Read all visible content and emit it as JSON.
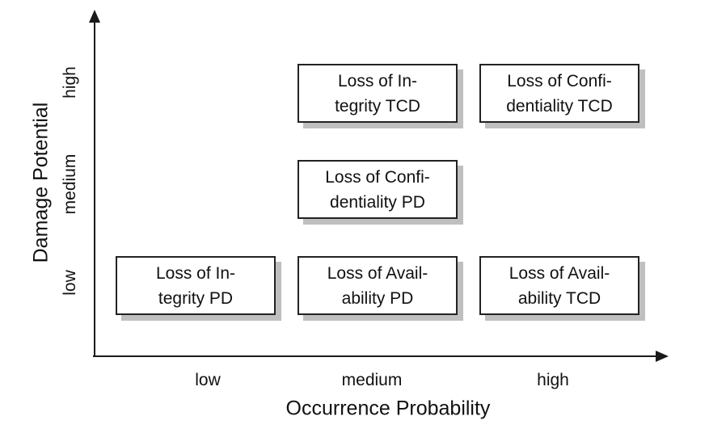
{
  "chart_data": {
    "type": "scatter",
    "title": "",
    "xlabel": "Occurrence Probability",
    "ylabel": "Damage Potential",
    "x_ticks": [
      "low",
      "medium",
      "high"
    ],
    "y_ticks": [
      "low",
      "medium",
      "high"
    ],
    "grid": false,
    "legend": false,
    "points": [
      {
        "x": "medium",
        "y": "high",
        "label": "Loss of Integrity TCD",
        "label_lines": [
          "Loss of In-",
          "tegrity TCD"
        ]
      },
      {
        "x": "high",
        "y": "high",
        "label": "Loss of Confidentiality TCD",
        "label_lines": [
          "Loss of Confi-",
          "dentiality TCD"
        ]
      },
      {
        "x": "medium",
        "y": "medium",
        "label": "Loss of Confidentiality PD",
        "label_lines": [
          "Loss of Confi-",
          "dentiality PD"
        ]
      },
      {
        "x": "low",
        "y": "low",
        "label": "Loss of Integrity PD",
        "label_lines": [
          "Loss of In-",
          "tegrity PD"
        ]
      },
      {
        "x": "medium",
        "y": "low",
        "label": "Loss of Availability PD",
        "label_lines": [
          "Loss of Avail-",
          "ability PD"
        ]
      },
      {
        "x": "high",
        "y": "low",
        "label": "Loss of Availability TCD",
        "label_lines": [
          "Loss of Avail-",
          "ability TCD"
        ]
      }
    ],
    "colors": {
      "background": "#ffffff",
      "axis": "#1a1a1a",
      "box_background": "#ffffff",
      "box_border": "#222222",
      "box_shadow": "#bfbfbf",
      "text": "#111111"
    }
  }
}
